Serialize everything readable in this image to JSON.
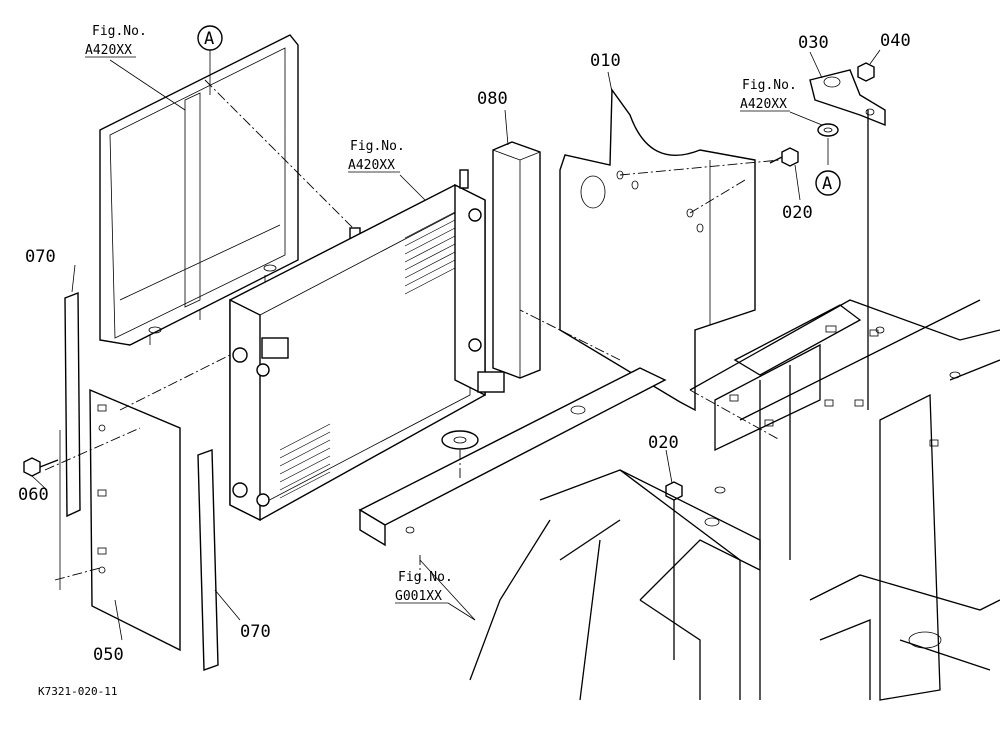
{
  "part_numbers": {
    "p010": "010",
    "p020_top": "020",
    "p020_mid": "020",
    "p030": "030",
    "p040": "040",
    "p050": "050",
    "p060": "060",
    "p070_left": "070",
    "p070_right": "070",
    "p080": "080"
  },
  "references": {
    "top_left": {
      "label": "Fig.No.",
      "code": "A420XX"
    },
    "center": {
      "label": "Fig.No.",
      "code": "A420XX"
    },
    "right": {
      "label": "Fig.No.",
      "code": "A420XX"
    },
    "bottom": {
      "label": "Fig.No.",
      "code": "G001XX"
    }
  },
  "callouts": {
    "top": "A",
    "right": "A"
  },
  "drawing_code": "K7321-020-11"
}
